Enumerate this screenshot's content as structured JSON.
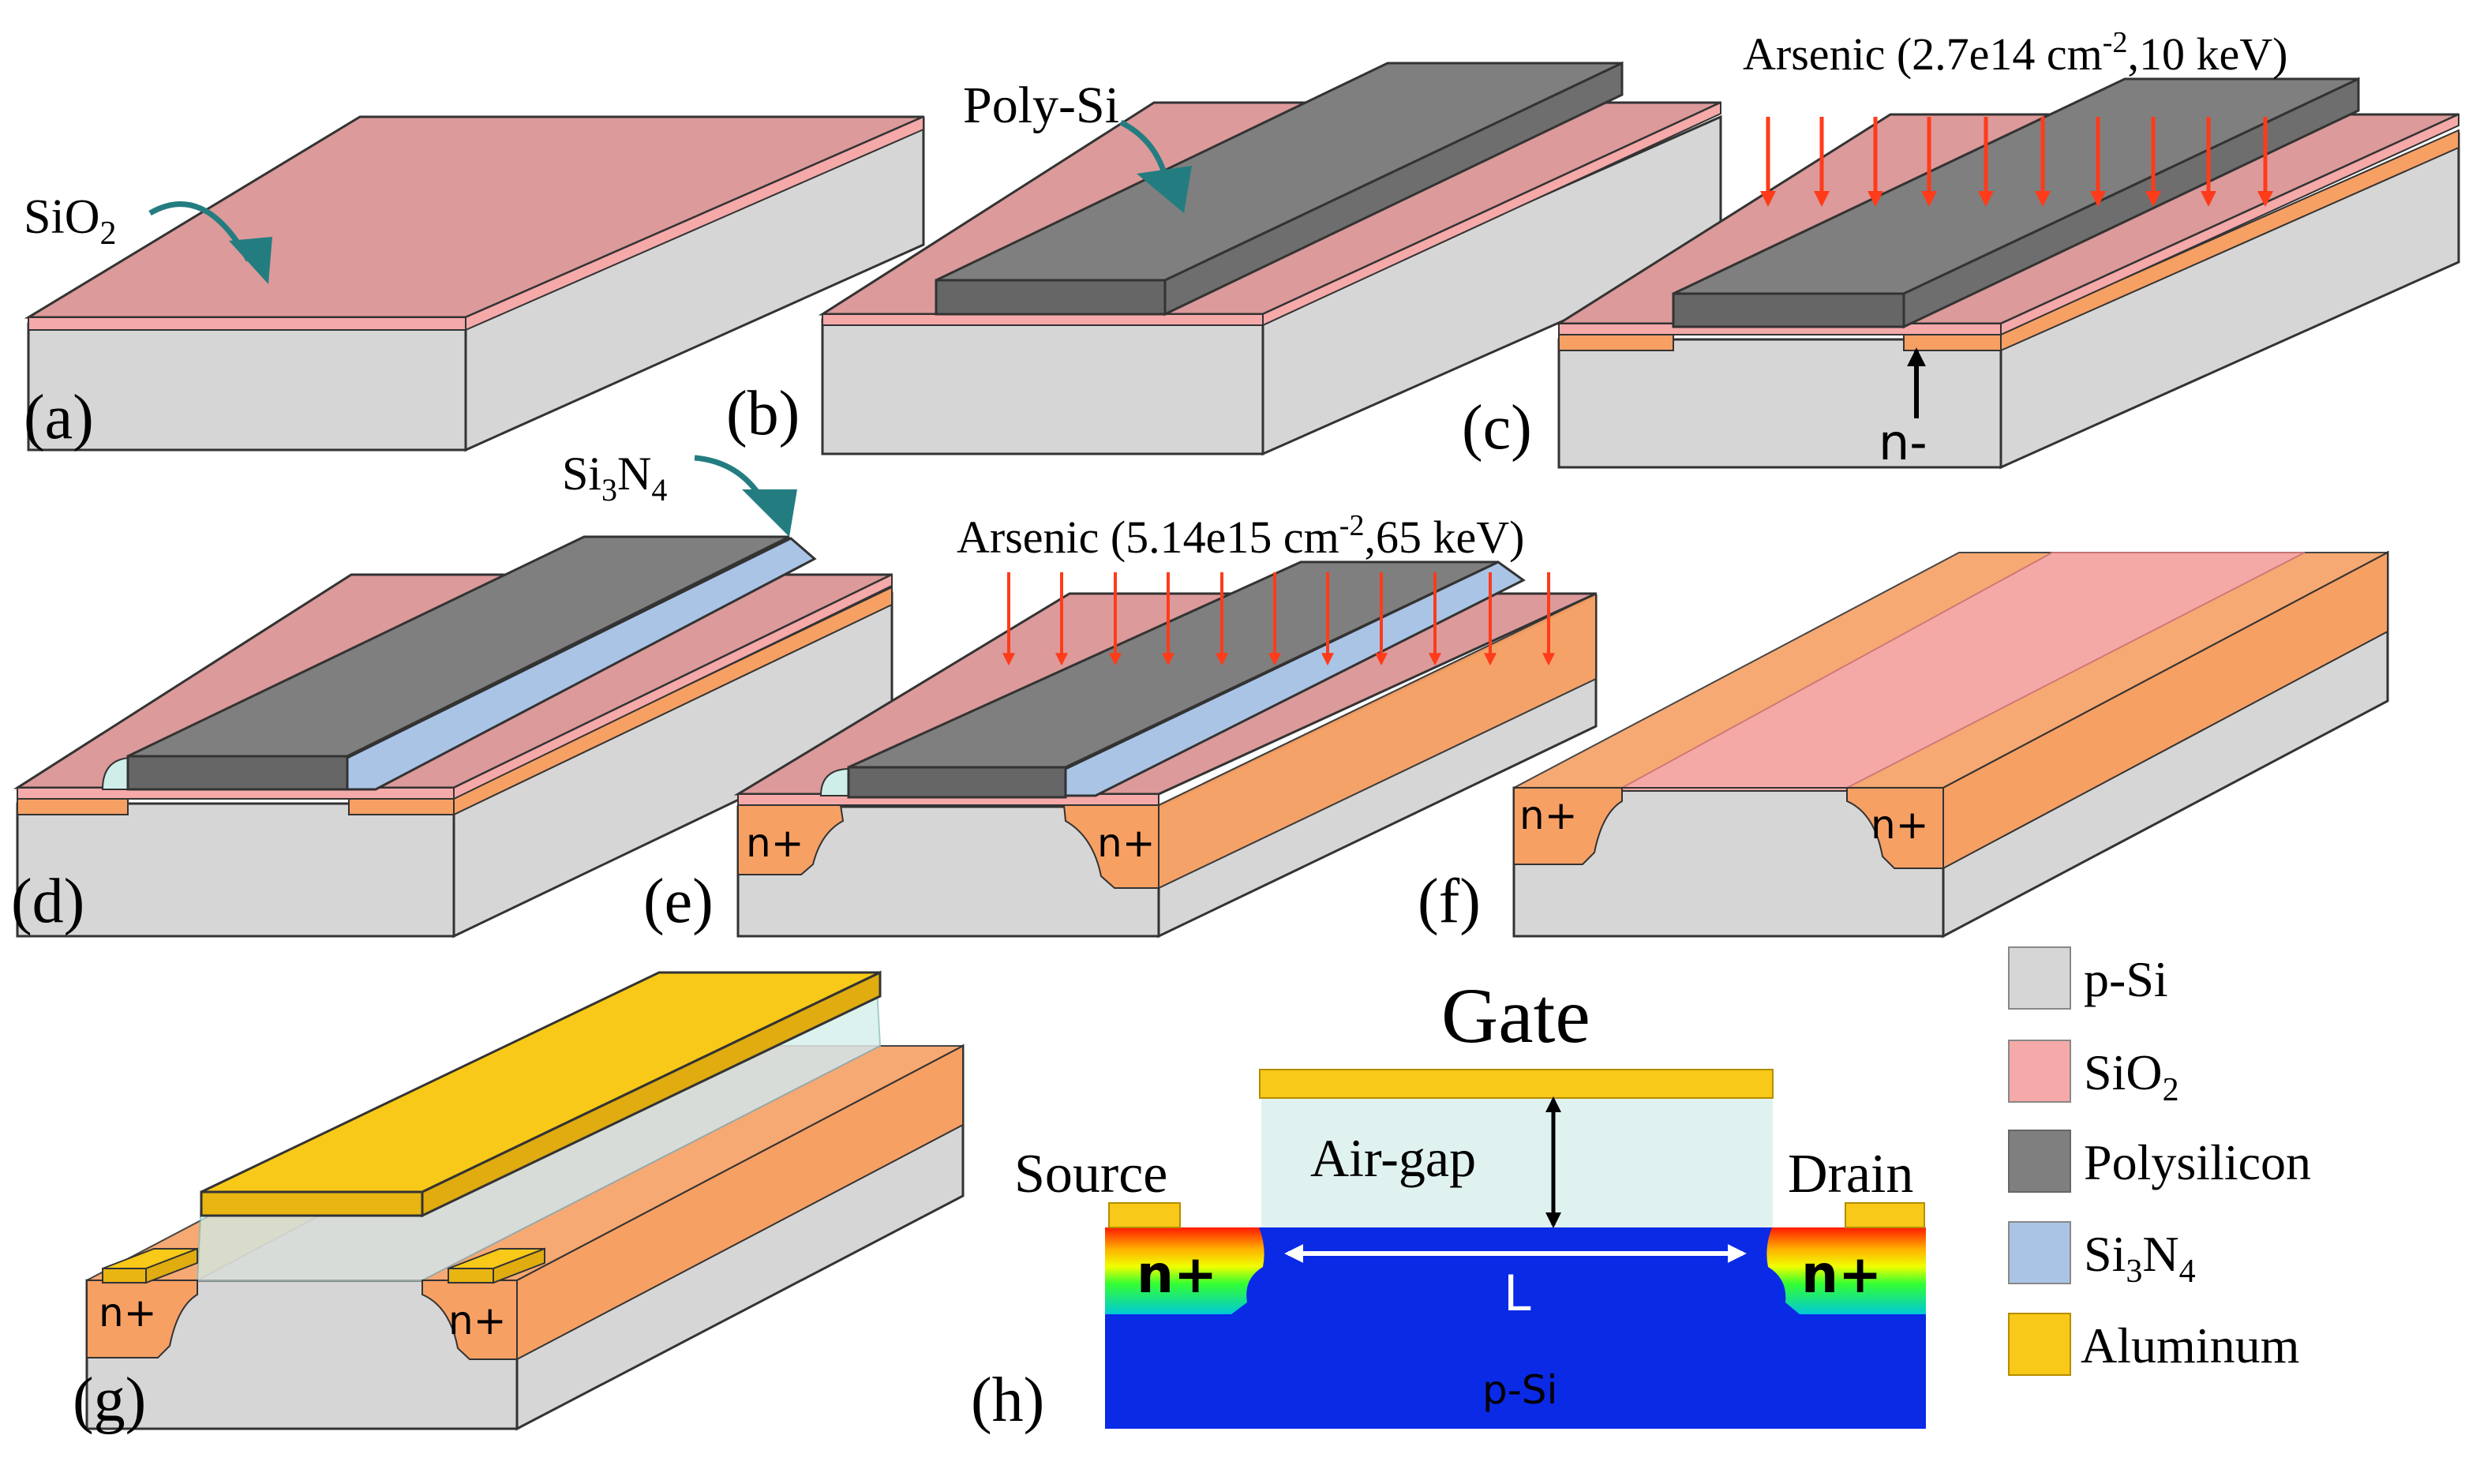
{
  "colors": {
    "p_si": "#d6d6d6",
    "sio2": "#f5a9a9",
    "sio2_top": "#dc9a9a",
    "polysilicon": "#7f7f7f",
    "si3n4": "#aac4e6",
    "aluminum": "#f8c918",
    "n_doping": "#f7a064",
    "arrow_red": "#ff3b1a",
    "arrow_teal": "#237d80",
    "airgap": "#dff2ef",
    "channel_blue": "#0a2ae6"
  },
  "panels": {
    "a": {
      "tag": "(a)",
      "callout": "SiO",
      "callout_sub": "2"
    },
    "b": {
      "tag": "(b)",
      "callout": "Poly-Si"
    },
    "c": {
      "tag": "(c)",
      "implant_pre": "Arsenic (2.7e14 cm",
      "implant_sup": "-2",
      "implant_post": ",10 keV)",
      "marker": "n-"
    },
    "d": {
      "tag": "(d)",
      "callout_a": "Si",
      "callout_sub1": "3",
      "callout_b": "N",
      "callout_sub2": "4"
    },
    "e": {
      "tag": "(e)",
      "implant_pre": "Arsenic (5.14e15 cm",
      "implant_sup": "-2",
      "implant_post": ",65 keV)",
      "left_region": "n+",
      "right_region": "n+"
    },
    "f": {
      "tag": "(f)",
      "left_region": "n+",
      "right_region": "n+"
    },
    "g": {
      "tag": "(g)",
      "left_region": "n+",
      "right_region": "n+"
    },
    "h": {
      "tag": "(h)",
      "gate": "Gate",
      "source": "Source",
      "drain": "Drain",
      "airgap": "Air-gap",
      "length": "L",
      "left_region": "n+",
      "right_region": "n+",
      "substrate": "p-Si"
    }
  },
  "legend": [
    {
      "label": "p-Si",
      "color": "#d6d6d6"
    },
    {
      "label": "SiO",
      "sub": "2",
      "color": "#f5a9a9"
    },
    {
      "label": "Polysilicon",
      "color": "#7f7f7f"
    },
    {
      "label_a": "Si",
      "sub1": "3",
      "label_b": "N",
      "sub2": "4",
      "color": "#aac4e6"
    },
    {
      "label": "Aluminum",
      "color": "#f8c918"
    }
  ]
}
